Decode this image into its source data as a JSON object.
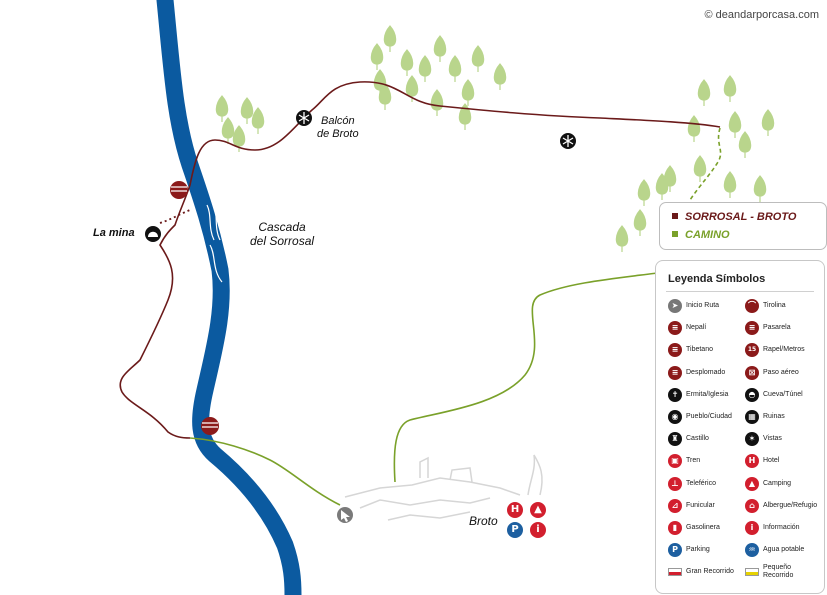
{
  "copyright": "© deandarporcasa.com",
  "place_labels": {
    "balcon": [
      "Balcón",
      "de Broto"
    ],
    "mina": "La mina",
    "cascada": [
      "Cascada",
      "del Sorrosal"
    ],
    "broto": "Broto"
  },
  "route_legend": {
    "items": [
      {
        "label": "SORROSAL - BROTO",
        "color": "#6b1a1a"
      },
      {
        "label": "CAMINO",
        "color": "#7aa12a"
      }
    ]
  },
  "symbol_legend": {
    "title": "Leyenda Símbolos",
    "left": [
      {
        "label": "Inicio Ruta",
        "icon": "start-arrow-icon",
        "color": "#777777"
      },
      {
        "label": "Nepalí",
        "icon": "nepali-bridge-icon",
        "color": "#8b1a1a"
      },
      {
        "label": "Tibetano",
        "icon": "tibetan-bridge-icon",
        "color": "#8b1a1a"
      },
      {
        "label": "Desplomado",
        "icon": "overhang-icon",
        "color": "#8b1a1a"
      },
      {
        "label": "Ermita/Iglesia",
        "icon": "church-icon",
        "color": "#111111"
      },
      {
        "label": "Pueblo/Ciudad",
        "icon": "town-icon",
        "color": "#111111"
      },
      {
        "label": "Castillo",
        "icon": "castle-icon",
        "color": "#111111"
      },
      {
        "label": "Tren",
        "icon": "train-icon",
        "color": "#d21f2e"
      },
      {
        "label": "Teleférico",
        "icon": "cable-car-icon",
        "color": "#d21f2e"
      },
      {
        "label": "Funicular",
        "icon": "funicular-icon",
        "color": "#d21f2e"
      },
      {
        "label": "Gasolinera",
        "icon": "fuel-icon",
        "color": "#d21f2e"
      },
      {
        "label": "Parking",
        "icon": "parking-icon",
        "color": "#1d5fa0"
      },
      {
        "label": "Gran Recorrido",
        "icon": "gr-flag-icon",
        "color": "#d21f2e"
      }
    ],
    "right": [
      {
        "label": "Tirolina",
        "icon": "zipline-icon",
        "color": "#8b1a1a"
      },
      {
        "label": "Pasarela",
        "icon": "walkway-icon",
        "color": "#8b1a1a"
      },
      {
        "label": "Rapel/Metros",
        "icon": "rappel-icon",
        "color": "#8b1a1a",
        "glyph": "15"
      },
      {
        "label": "Paso aéreo",
        "icon": "aerial-pass-icon",
        "color": "#8b1a1a"
      },
      {
        "label": "Cueva/Túnel",
        "icon": "cave-icon",
        "color": "#111111"
      },
      {
        "label": "Ruinas",
        "icon": "ruins-icon",
        "color": "#111111"
      },
      {
        "label": "Vistas",
        "icon": "viewpoint-icon",
        "color": "#111111"
      },
      {
        "label": "Hotel",
        "icon": "hotel-icon",
        "color": "#d21f2e",
        "glyph": "H"
      },
      {
        "label": "Camping",
        "icon": "camping-icon",
        "color": "#d21f2e",
        "glyph": "▲"
      },
      {
        "label": "Albergue/Refugio",
        "icon": "hostel-icon",
        "color": "#d21f2e"
      },
      {
        "label": "Información",
        "icon": "info-icon",
        "color": "#d21f2e",
        "glyph": "i"
      },
      {
        "label": "Agua potable",
        "icon": "water-icon",
        "color": "#1d5fa0"
      },
      {
        "label": "Pequeño Recorrido",
        "icon": "pr-flag-icon",
        "color": "#e6d200"
      }
    ]
  },
  "town_icons": [
    {
      "icon": "hotel-icon",
      "color": "#d21f2e",
      "glyph": "H"
    },
    {
      "icon": "camping-icon",
      "color": "#d21f2e",
      "glyph": "▲"
    },
    {
      "icon": "parking-icon",
      "color": "#1d5fa0",
      "glyph": "P"
    },
    {
      "icon": "info-icon",
      "color": "#d21f2e",
      "glyph": "i"
    }
  ],
  "colors": {
    "river": "#0b5aa0",
    "route": "#6b1a1a",
    "camino": "#7aa12a",
    "trees": "#b9d58c",
    "town": "#d8d8d8"
  }
}
